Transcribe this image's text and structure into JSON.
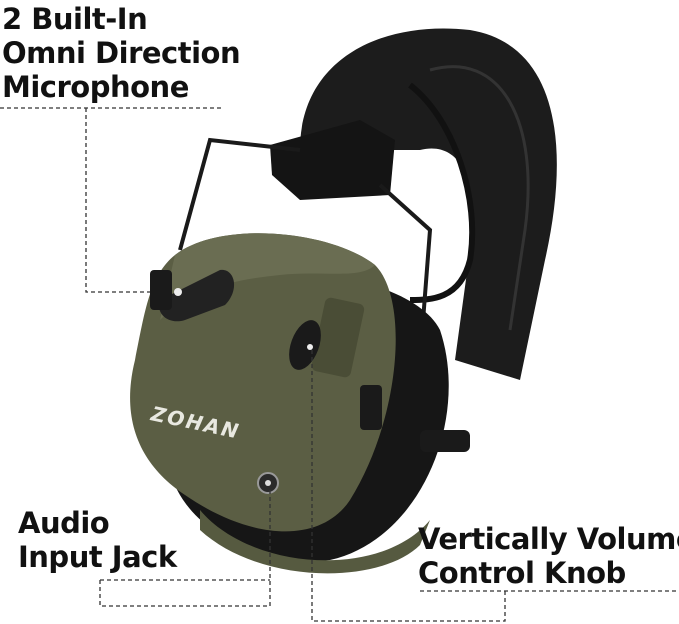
{
  "labels": {
    "microphone": [
      "2 Built-In",
      "Omni Direction",
      "Microphone"
    ],
    "audio_jack": [
      "Audio",
      "Input Jack"
    ],
    "volume_knob": [
      "Vertically Volume",
      "Control Knob"
    ]
  },
  "brand": "ZOHAN",
  "colors": {
    "shell": "#5b5e44",
    "headband": "#1c1c1c",
    "text": "#111111"
  }
}
